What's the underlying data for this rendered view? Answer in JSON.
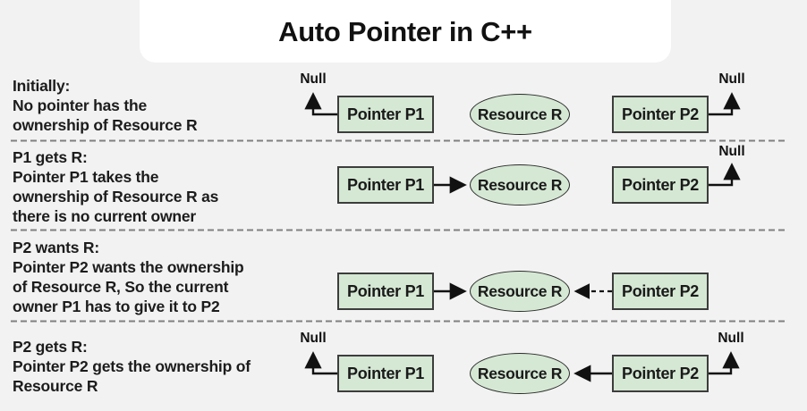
{
  "title": "Auto Pointer in C++",
  "colors": {
    "background": "#f2f2f2",
    "node_fill": "#d5e8d4",
    "node_border": "#3d3d3d",
    "arrow": "#111111",
    "separator": "#808080",
    "text": "#1c1c1c"
  },
  "rows": [
    {
      "name": "initially",
      "lines": [
        "Initially:",
        "No pointer has the",
        "ownership of Resource R"
      ],
      "p1_label": "Pointer P1",
      "resource_label": "Resource R",
      "p2_label": "Pointer P2",
      "p1_null_label": "Null",
      "p2_null_label": "Null",
      "p1_points_to": "null",
      "p2_points_to": "null"
    },
    {
      "name": "p1-gets-r",
      "lines": [
        "P1 gets R:",
        "Pointer P1 takes the",
        "ownership of Resource R as",
        "there is no current owner"
      ],
      "p1_label": "Pointer P1",
      "resource_label": "Resource R",
      "p2_label": "Pointer P2",
      "p2_null_label": "Null",
      "p1_points_to": "resource",
      "p2_points_to": "null"
    },
    {
      "name": "p2-wants-r",
      "lines": [
        "P2 wants R:",
        "Pointer P2 wants the ownership",
        "of Resource R, So the current",
        "owner P1 has to give it to P2"
      ],
      "p1_label": "Pointer P1",
      "resource_label": "Resource R",
      "p2_label": "Pointer P2",
      "p1_points_to": "resource",
      "p2_points_to": "resource-requested-dashed"
    },
    {
      "name": "p2-gets-r",
      "lines": [
        "P2 gets R:",
        "Pointer P2 gets the ownership of",
        "Resource R"
      ],
      "p1_label": "Pointer P1",
      "resource_label": "Resource R",
      "p2_label": "Pointer P2",
      "p1_null_label": "Null",
      "p2_null_label": "Null",
      "p1_points_to": "null",
      "p2_points_to": "resource"
    }
  ]
}
